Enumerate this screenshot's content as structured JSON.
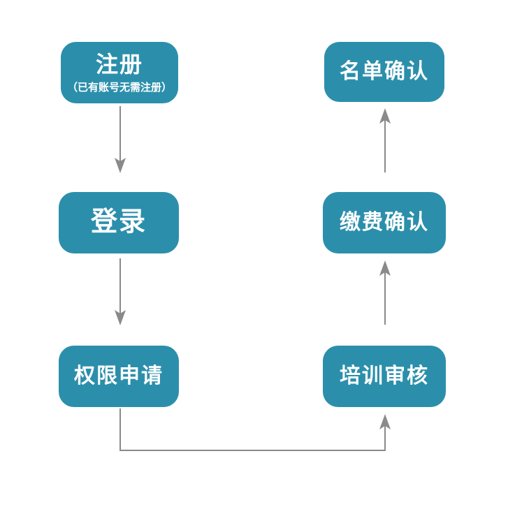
{
  "diagram": {
    "background_color": "#ffffff",
    "node_color": "#2b8fab",
    "arrow_color": "#8a8a8a",
    "text_color": "#ffffff",
    "nodes": [
      {
        "label": "注册",
        "sublabel": "（已有账号无需注册）"
      },
      {
        "label": "登录"
      },
      {
        "label": "权限申请"
      },
      {
        "label": "培训审核"
      },
      {
        "label": "缴费确认"
      },
      {
        "label": "名单确认"
      }
    ],
    "connections": [
      {
        "from": "注册",
        "to": "登录"
      },
      {
        "from": "登录",
        "to": "权限申请"
      },
      {
        "from": "权限申请",
        "to": "培训审核"
      },
      {
        "from": "培训审核",
        "to": "缴费确认"
      },
      {
        "from": "缴费确认",
        "to": "名单确认"
      }
    ]
  }
}
